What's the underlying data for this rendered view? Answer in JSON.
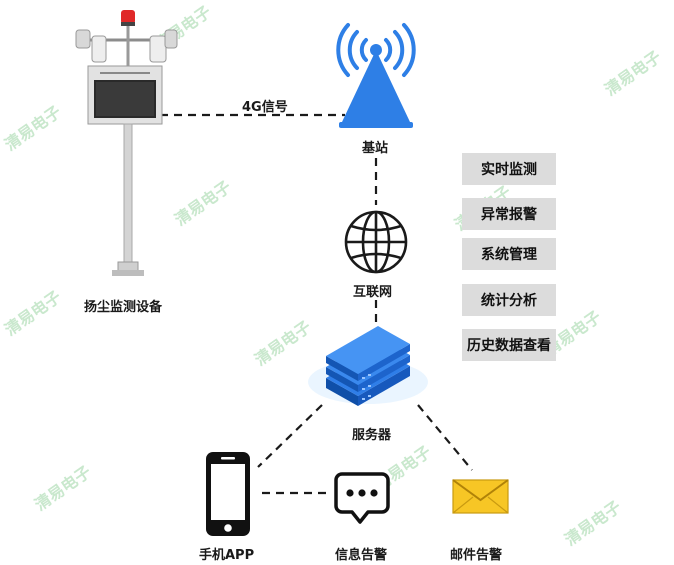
{
  "labels": {
    "device": "扬尘监测设备",
    "signal": "4G信号",
    "base_station": "基站",
    "internet": "互联网",
    "server": "服务器",
    "phone_app": "手机APP",
    "sms_alert": "信息告警",
    "email_alert": "邮件告警"
  },
  "functions": [
    "实时监测",
    "异常报警",
    "系统管理",
    "统计分析",
    "历史数据查看"
  ],
  "watermark": "清易电子",
  "colors": {
    "tower_blue": "#2e7fe6",
    "server_blue": "#1f68d8",
    "box_gray": "#dcdcdc",
    "line_dark": "#1a1a1a",
    "envelope_yellow": "#f7c625"
  },
  "icons": [
    "pole-device-icon",
    "signal-tower-icon",
    "globe-icon",
    "server-icon",
    "phone-icon",
    "chat-bubble-icon",
    "envelope-icon"
  ]
}
